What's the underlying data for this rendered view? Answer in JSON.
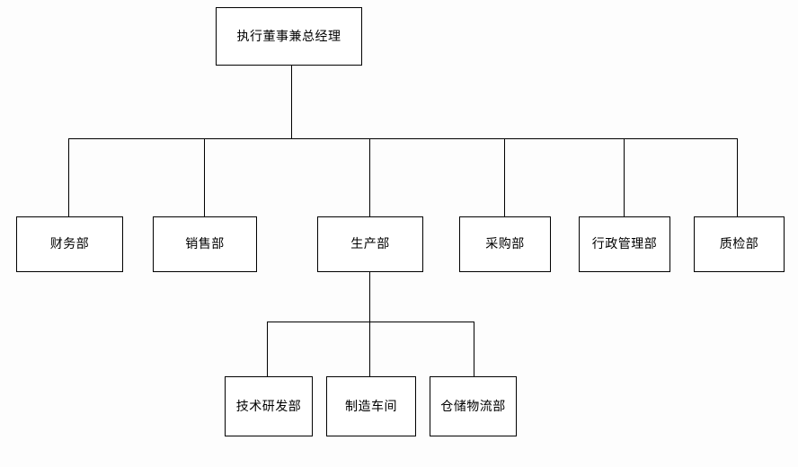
{
  "chart": {
    "type": "org-chart",
    "title": "",
    "background_color": "#fdfdfd",
    "line_color": "#000000",
    "box_fill_color": "#ffffff",
    "levels": 3,
    "nodes": {
      "root": {
        "id": "root",
        "label": "执行董事兼总经理",
        "level": 1,
        "parent": null
      },
      "finance": {
        "id": "finance",
        "label": "财务部",
        "level": 2,
        "parent": "root"
      },
      "sales": {
        "id": "sales",
        "label": "销售部",
        "level": 2,
        "parent": "root"
      },
      "production": {
        "id": "production",
        "label": "生产部",
        "level": 2,
        "parent": "root"
      },
      "purchasing": {
        "id": "purchasing",
        "label": "采购部",
        "level": 2,
        "parent": "root"
      },
      "administration": {
        "id": "administration",
        "label": "行政管理部",
        "level": 2,
        "parent": "root"
      },
      "quality": {
        "id": "quality",
        "label": "质检部",
        "level": 2,
        "parent": "root"
      },
      "rd": {
        "id": "rd",
        "label": "技术研发部",
        "level": 3,
        "parent": "production"
      },
      "factory": {
        "id": "factory",
        "label": "制造车间",
        "level": 3,
        "parent": "production"
      },
      "warehouse": {
        "id": "warehouse",
        "label": "仓储物流部",
        "level": 3,
        "parent": "production"
      }
    }
  }
}
